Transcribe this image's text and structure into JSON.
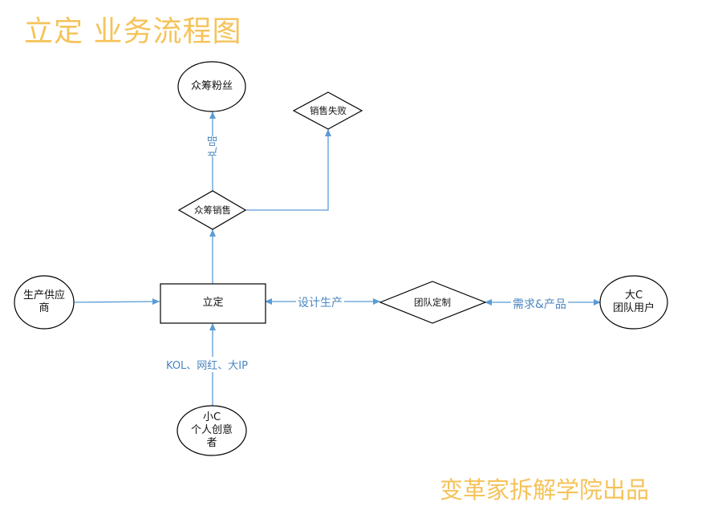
{
  "title": "立定 业务流程图",
  "footer": "变革家拆解学院出品",
  "colors": {
    "title": "#F5C35A",
    "edge": "#5B9BD5",
    "edge_label": "#4A86C0",
    "node_border": "#000000"
  },
  "nodes": {
    "center": "立定",
    "supplier": "生产供应\n商",
    "team_custom": "团队定制",
    "big_c": "大C\n团队用户",
    "small_c": "小C\n个人创意\n者",
    "crowdfund_sale": "众筹销售",
    "crowdfund_fans": "众筹粉丝",
    "sale_fail": "销售失败"
  },
  "edges": {
    "design_production": "设计生产",
    "demand_product": "需求&产品",
    "kol": "KOL、网红、大IP",
    "product": "产品"
  }
}
